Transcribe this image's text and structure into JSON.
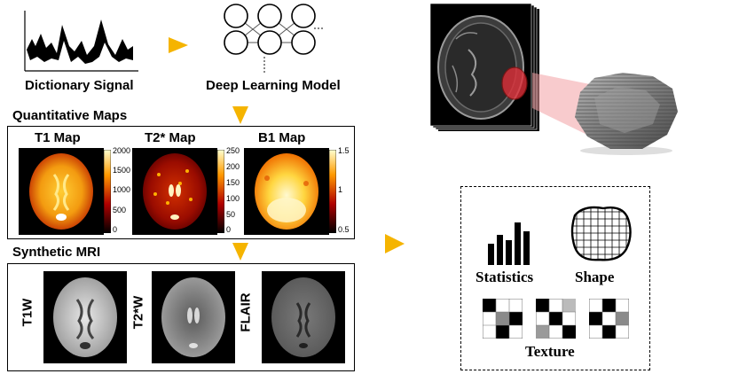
{
  "top": {
    "signal_label": "Dictionary Signal",
    "model_label": "Deep Learning Model"
  },
  "quant": {
    "section_title": "Quantitative Maps",
    "maps": [
      {
        "title": "T1 Map",
        "ticks": [
          "2000",
          "1500",
          "1000",
          "500",
          "0"
        ]
      },
      {
        "title": "T2* Map",
        "ticks": [
          "250",
          "200",
          "150",
          "100",
          "50",
          "0"
        ]
      },
      {
        "title": "B1 Map",
        "ticks": [
          "1.5",
          "1",
          "0.5"
        ]
      }
    ]
  },
  "synth": {
    "section_title": "Synthetic MRI",
    "images": [
      {
        "label": "T1W"
      },
      {
        "label": "T2*W"
      },
      {
        "label": "FLAIR"
      }
    ]
  },
  "radiomics": {
    "statistics_label": "Statistics",
    "shape_label": "Shape",
    "texture_label": "Texture"
  },
  "colors": {
    "arrow": "#f5b400",
    "tumor": "#e0303a",
    "hot_dark": "#7a0000",
    "hot_mid": "#e84a00",
    "hot_light": "#ffe000"
  }
}
